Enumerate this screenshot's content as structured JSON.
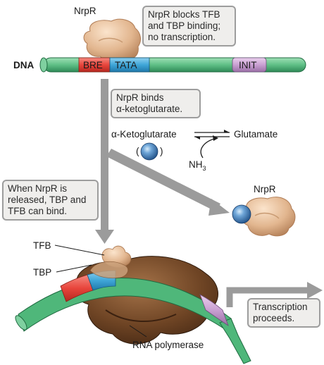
{
  "labels": {
    "nrpr_top": "NrpR",
    "dna": "DNA",
    "bre": "BRE",
    "tata": "TATA",
    "init": "INIT",
    "alpha_kg": "α-Ketoglutarate",
    "paren_open": "(",
    "paren_close": ")",
    "glutamate": "Glutamate",
    "nh3_base": "NH",
    "nh3_sub": "3",
    "nrpr_right": "NrpR",
    "tfb": "TFB",
    "tbp": "TBP",
    "rna_polymerase": "RNA polymerase"
  },
  "notes": {
    "blocks": [
      "NrpR blocks TFB",
      "and TBP binding;",
      "no transcription."
    ],
    "binds": [
      "NrpR binds",
      "α-ketoglutarate."
    ],
    "released": [
      "When NrpR is",
      "released, TBP and",
      "TFB can bind."
    ],
    "proceeds": [
      "Transcription",
      "proceeds."
    ]
  },
  "colors": {
    "dna_green": "#5fbf86",
    "bre_red": "#e8453c",
    "tata_blue": "#3fa6d8",
    "init_purple": "#c9a0d2",
    "protein_tan": "#e0b894",
    "polymerase_brown": "#6e4424",
    "ligand_blue": "#3d76b4",
    "arrow_gray": "#9b9b9b"
  }
}
